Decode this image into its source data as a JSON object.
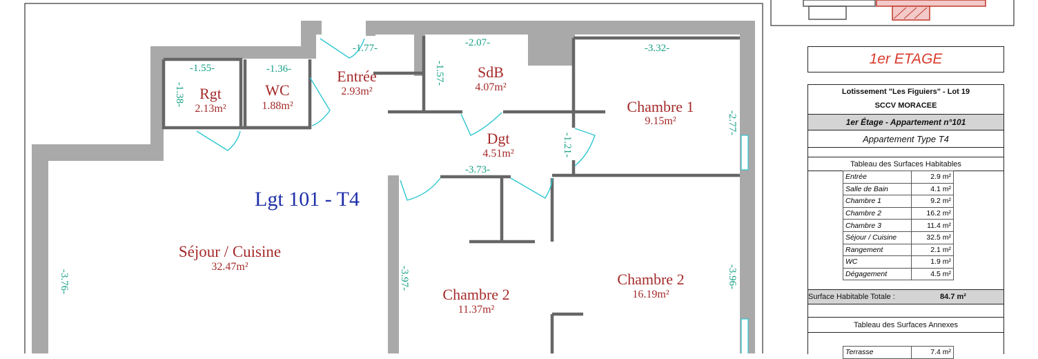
{
  "plan": {
    "apartment_label": "Lgt 101 - T4",
    "rooms": [
      {
        "id": "rgt",
        "name": "Rgt",
        "area": "2.13m²"
      },
      {
        "id": "wc",
        "name": "WC",
        "area": "1.88m²"
      },
      {
        "id": "entree",
        "name": "Entrée",
        "area": "2.93m²"
      },
      {
        "id": "sdb",
        "name": "SdB",
        "area": "4.07m²"
      },
      {
        "id": "chambre1",
        "name": "Chambre 1",
        "area": "9.15m²"
      },
      {
        "id": "dgt",
        "name": "Dgt",
        "area": "4.51m²"
      },
      {
        "id": "sejour",
        "name": "Séjour / Cuisine",
        "area": "32.47m²"
      },
      {
        "id": "chambre2a",
        "name": "Chambre 2",
        "area": "11.37m²"
      },
      {
        "id": "chambre2b",
        "name": "Chambre 2",
        "area": "16.19m²"
      }
    ],
    "dimensions": [
      "-1.55-",
      "-1.36-",
      "-1.77-",
      "-2.07-",
      "-3.32-",
      "-1.38-",
      "-1.57-",
      "-2.77-",
      "-1.21-",
      "-3.73-",
      "-3.76-",
      "-3.97-",
      "-3.96-"
    ]
  },
  "panel": {
    "floor_title": "1er ETAGE",
    "project": "Lotissement \"Les Figuiers\" - Lot 19",
    "company": "SCCV MORACEE",
    "apartment": "1er Étage - Appartement n°101",
    "type": "Appartement Type T4",
    "table_title": "Tableau des Surfaces Habitables",
    "surfaces": [
      {
        "label": "Entrée",
        "value": "2.9 m²"
      },
      {
        "label": "Salle de Bain",
        "value": "4.1 m²"
      },
      {
        "label": "Chambre 1",
        "value": "9.2 m²"
      },
      {
        "label": "Chambre 2",
        "value": "16.2 m²"
      },
      {
        "label": "Chambre 3",
        "value": "11.4 m²"
      },
      {
        "label": "Séjour / Cuisine",
        "value": "32.5 m²"
      },
      {
        "label": "Rangement",
        "value": "2.1 m²"
      },
      {
        "label": "WC",
        "value": "1.9 m²"
      },
      {
        "label": "Dégagement",
        "value": "4.5 m²"
      }
    ],
    "total_label": "Surface Habitable Totale :",
    "total_value": "84.7 m²",
    "annex_title": "Tableau des Surfaces Annexes",
    "annex": [
      {
        "label": "Terrasse",
        "value": "7.4 m²"
      }
    ]
  }
}
